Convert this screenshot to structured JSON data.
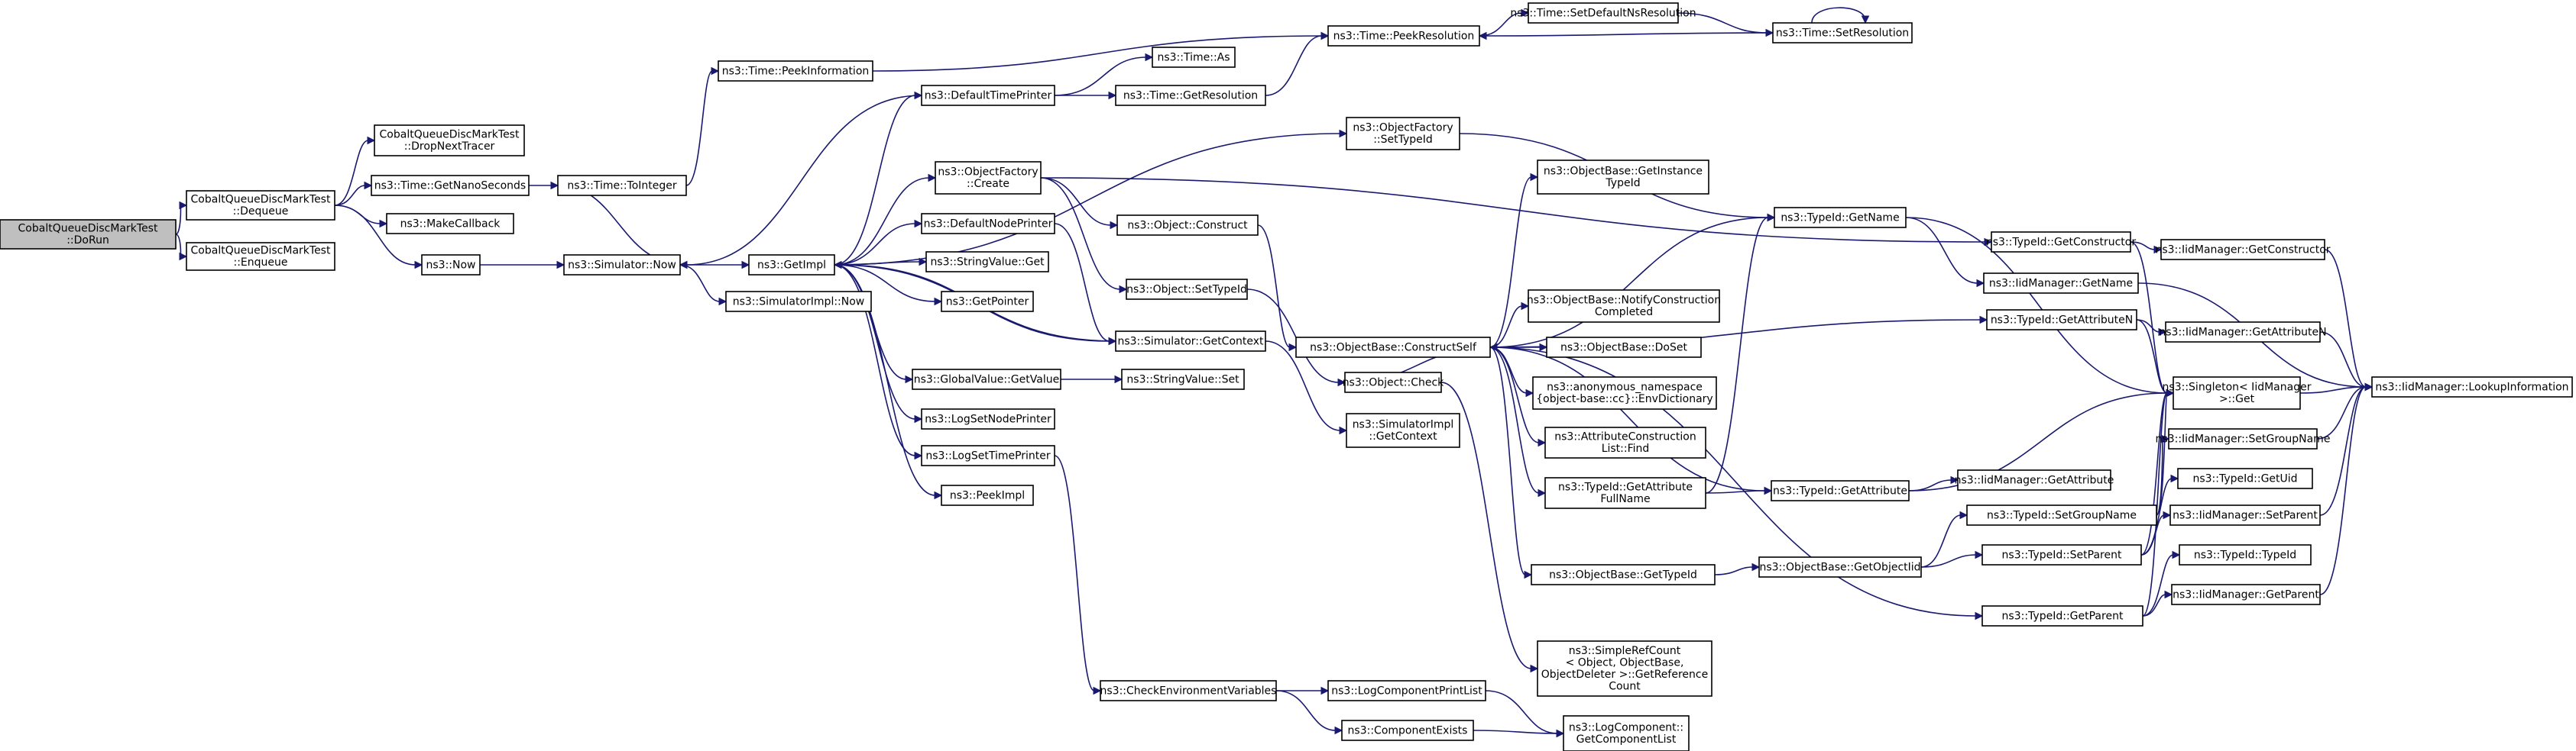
{
  "accent_color": "#191970",
  "root_fill": "#bfbfbf",
  "nodes": [
    {
      "id": "dorun",
      "lines": [
        "CobaltQueueDiscMarkTest",
        "::DoRun"
      ],
      "root": true
    },
    {
      "id": "dequeue",
      "lines": [
        "CobaltQueueDiscMarkTest",
        "::Dequeue"
      ]
    },
    {
      "id": "enqueue",
      "lines": [
        "CobaltQueueDiscMarkTest",
        "::Enqueue"
      ]
    },
    {
      "id": "dropnext",
      "lines": [
        "CobaltQueueDiscMarkTest",
        "::DropNextTracer"
      ]
    },
    {
      "id": "getnano",
      "lines": [
        "ns3::Time::GetNanoSeconds"
      ]
    },
    {
      "id": "makecb",
      "lines": [
        "ns3::MakeCallback"
      ]
    },
    {
      "id": "now",
      "lines": [
        "ns3::Now"
      ]
    },
    {
      "id": "tointeger",
      "lines": [
        "ns3::Time::ToInteger"
      ]
    },
    {
      "id": "peekinfo",
      "lines": [
        "ns3::Time::PeekInformation"
      ]
    },
    {
      "id": "simnow",
      "lines": [
        "ns3::Simulator::Now"
      ]
    },
    {
      "id": "simimplnow",
      "lines": [
        "ns3::SimulatorImpl::Now"
      ]
    },
    {
      "id": "getimpl",
      "lines": [
        "ns3::GetImpl"
      ]
    },
    {
      "id": "deftime",
      "lines": [
        "ns3::DefaultTimePrinter"
      ]
    },
    {
      "id": "objfcreate",
      "lines": [
        "ns3::ObjectFactory",
        "::Create"
      ]
    },
    {
      "id": "defnode",
      "lines": [
        "ns3::DefaultNodePrinter"
      ]
    },
    {
      "id": "strget",
      "lines": [
        "ns3::StringValue::Get"
      ]
    },
    {
      "id": "getpointer",
      "lines": [
        "ns3::GetPointer"
      ]
    },
    {
      "id": "simgetctx",
      "lines": [
        "ns3::Simulator::GetContext"
      ]
    },
    {
      "id": "gvgetvalue",
      "lines": [
        "ns3::GlobalValue::GetValue"
      ]
    },
    {
      "id": "logsetnode",
      "lines": [
        "ns3::LogSetNodePrinter"
      ]
    },
    {
      "id": "logsettime",
      "lines": [
        "ns3::LogSetTimePrinter"
      ]
    },
    {
      "id": "peekimpl",
      "lines": [
        "ns3::PeekImpl"
      ]
    },
    {
      "id": "timeas",
      "lines": [
        "ns3::Time::As"
      ]
    },
    {
      "id": "timegetres",
      "lines": [
        "ns3::Time::GetResolution"
      ]
    },
    {
      "id": "peekres",
      "lines": [
        "ns3::Time::PeekResolution"
      ]
    },
    {
      "id": "setdefns",
      "lines": [
        "ns3::Time::SetDefaultNsResolution"
      ]
    },
    {
      "id": "setres",
      "lines": [
        "ns3::Time::SetResolution"
      ]
    },
    {
      "id": "objfsettype",
      "lines": [
        "ns3::ObjectFactory",
        "::SetTypeId"
      ]
    },
    {
      "id": "objconstruct",
      "lines": [
        "ns3::Object::Construct"
      ]
    },
    {
      "id": "objsettype",
      "lines": [
        "ns3::Object::SetTypeId"
      ]
    },
    {
      "id": "objcheck",
      "lines": [
        "ns3::Object::Check"
      ]
    },
    {
      "id": "strset",
      "lines": [
        "ns3::StringValue::Set"
      ]
    },
    {
      "id": "simimplctx",
      "lines": [
        "ns3::SimulatorImpl",
        "::GetContext"
      ]
    },
    {
      "id": "checkenv",
      "lines": [
        "ns3::CheckEnvironmentVariables"
      ]
    },
    {
      "id": "logcompprint",
      "lines": [
        "ns3::LogComponentPrintList"
      ]
    },
    {
      "id": "compexists",
      "lines": [
        "ns3::ComponentExists"
      ]
    },
    {
      "id": "getcomplist",
      "lines": [
        "ns3::LogComponent::",
        "GetComponentList"
      ]
    },
    {
      "id": "constructself",
      "lines": [
        "ns3::ObjectBase::ConstructSelf"
      ]
    },
    {
      "id": "getinstance",
      "lines": [
        "ns3::ObjectBase::GetInstance",
        "TypeId"
      ]
    },
    {
      "id": "notify",
      "lines": [
        "ns3::ObjectBase::NotifyConstruction",
        "Completed"
      ]
    },
    {
      "id": "doset",
      "lines": [
        "ns3::ObjectBase::DoSet"
      ]
    },
    {
      "id": "envdict",
      "lines": [
        "ns3::anonymous_namespace",
        "{object-base::cc}::EnvDictionary"
      ]
    },
    {
      "id": "attrfind",
      "lines": [
        "ns3::AttributeConstruction",
        "List::Find"
      ]
    },
    {
      "id": "getattrfull",
      "lines": [
        "ns3::TypeId::GetAttribute",
        "FullName"
      ]
    },
    {
      "id": "obgettypeid",
      "lines": [
        "ns3::ObjectBase::GetTypeId"
      ]
    },
    {
      "id": "simpleref",
      "lines": [
        "ns3::SimpleRefCount",
        "< Object, ObjectBase,",
        "ObjectDeleter >::GetReference",
        "Count"
      ]
    },
    {
      "id": "tidgetname",
      "lines": [
        "ns3::TypeId::GetName"
      ]
    },
    {
      "id": "tidgetattr",
      "lines": [
        "ns3::TypeId::GetAttribute"
      ]
    },
    {
      "id": "getobjtid",
      "lines": [
        "ns3::ObjectBase::GetObjectIid"
      ]
    },
    {
      "id": "tidgetctor",
      "lines": [
        "ns3::TypeId::GetConstructor"
      ]
    },
    {
      "id": "iidgetname",
      "lines": [
        "ns3::IidManager::GetName"
      ]
    },
    {
      "id": "tidgetattrn",
      "lines": [
        "ns3::TypeId::GetAttributeN"
      ]
    },
    {
      "id": "tidsetgroup",
      "lines": [
        "ns3::TypeId::SetGroupName"
      ]
    },
    {
      "id": "tidsetparent",
      "lines": [
        "ns3::TypeId::SetParent"
      ]
    },
    {
      "id": "tidgetparent",
      "lines": [
        "ns3::TypeId::GetParent"
      ]
    },
    {
      "id": "iidgetattr",
      "lines": [
        "ns3::IidManager::GetAttribute"
      ]
    },
    {
      "id": "singleton",
      "lines": [
        "ns3::Singleton< IidManager",
        " >::Get"
      ]
    },
    {
      "id": "iidgetctor",
      "lines": [
        "ns3::IidManager::GetConstructor"
      ]
    },
    {
      "id": "iidgetattrn",
      "lines": [
        "ns3::IidManager::GetAttributeN"
      ]
    },
    {
      "id": "iidsetgroup",
      "lines": [
        "ns3::IidManager::SetGroupName"
      ]
    },
    {
      "id": "tidgetuid",
      "lines": [
        "ns3::TypeId::GetUid"
      ]
    },
    {
      "id": "iidsetparent",
      "lines": [
        "ns3::IidManager::SetParent"
      ]
    },
    {
      "id": "tidtypeid",
      "lines": [
        "ns3::TypeId::TypeId"
      ]
    },
    {
      "id": "iidgetparent",
      "lines": [
        "ns3::IidManager::GetParent"
      ]
    },
    {
      "id": "lookup",
      "lines": [
        "ns3::IidManager::LookupInformation"
      ]
    }
  ],
  "edges": [
    [
      "dorun",
      "dequeue"
    ],
    [
      "dorun",
      "enqueue"
    ],
    [
      "dequeue",
      "dropnext"
    ],
    [
      "dequeue",
      "getnano"
    ],
    [
      "dequeue",
      "makecb"
    ],
    [
      "dequeue",
      "now"
    ],
    [
      "getnano",
      "tointeger"
    ],
    [
      "tointeger",
      "peekinfo"
    ],
    [
      "tointeger",
      "simnow"
    ],
    [
      "now",
      "simnow"
    ],
    [
      "simnow",
      "getimpl"
    ],
    [
      "simnow",
      "simimplnow"
    ],
    [
      "peekinfo",
      "peekres"
    ],
    [
      "getimpl",
      "deftime"
    ],
    [
      "getimpl",
      "objfcreate"
    ],
    [
      "getimpl",
      "defnode"
    ],
    [
      "getimpl",
      "strget"
    ],
    [
      "getimpl",
      "getpointer"
    ],
    [
      "getimpl",
      "simgetctx"
    ],
    [
      "getimpl",
      "gvgetvalue"
    ],
    [
      "getimpl",
      "logsetnode"
    ],
    [
      "getimpl",
      "logsettime"
    ],
    [
      "getimpl",
      "peekimpl"
    ],
    [
      "getimpl",
      "objfsettype"
    ],
    [
      "deftime",
      "simnow"
    ],
    [
      "deftime",
      "timeas"
    ],
    [
      "deftime",
      "timegetres"
    ],
    [
      "timegetres",
      "peekres"
    ],
    [
      "peekres",
      "setdefns"
    ],
    [
      "setdefns",
      "setres"
    ],
    [
      "setres",
      "peekres"
    ],
    [
      "setres",
      "setres"
    ],
    [
      "objfcreate",
      "objconstruct"
    ],
    [
      "objfcreate",
      "objsettype"
    ],
    [
      "objfcreate",
      "tidgetctor"
    ],
    [
      "defnode",
      "simgetctx"
    ],
    [
      "simgetctx",
      "getimpl"
    ],
    [
      "simgetctx",
      "simimplctx"
    ],
    [
      "gvgetvalue",
      "strset"
    ],
    [
      "logsettime",
      "checkenv"
    ],
    [
      "checkenv",
      "logcompprint"
    ],
    [
      "checkenv",
      "compexists"
    ],
    [
      "logcompprint",
      "getcomplist"
    ],
    [
      "compexists",
      "getcomplist"
    ],
    [
      "objfsettype",
      "tidgetname"
    ],
    [
      "objconstruct",
      "constructself"
    ],
    [
      "objsettype",
      "objcheck"
    ],
    [
      "objcheck",
      "constructself"
    ],
    [
      "objcheck",
      "simpleref"
    ],
    [
      "constructself",
      "getinstance"
    ],
    [
      "constructself",
      "tidgetname"
    ],
    [
      "constructself",
      "notify"
    ],
    [
      "constructself",
      "doset"
    ],
    [
      "constructself",
      "envdict"
    ],
    [
      "constructself",
      "attrfind"
    ],
    [
      "constructself",
      "getattrfull"
    ],
    [
      "constructself",
      "obgettypeid"
    ],
    [
      "constructself",
      "tidgetattr"
    ],
    [
      "constructself",
      "tidgetattrn"
    ],
    [
      "constructself",
      "tidgetparent"
    ],
    [
      "getattrfull",
      "tidgetattr"
    ],
    [
      "getattrfull",
      "tidgetname"
    ],
    [
      "obgettypeid",
      "getobjtid"
    ],
    [
      "tidgetname",
      "iidgetname"
    ],
    [
      "tidgetname",
      "singleton"
    ],
    [
      "tidgetattr",
      "iidgetattr"
    ],
    [
      "tidgetattr",
      "singleton"
    ],
    [
      "getobjtid",
      "tidsetgroup"
    ],
    [
      "getobjtid",
      "tidsetparent"
    ],
    [
      "tidgetctor",
      "iidgetctor"
    ],
    [
      "tidgetctor",
      "singleton"
    ],
    [
      "iidgetname",
      "lookup"
    ],
    [
      "tidgetattrn",
      "iidgetattrn"
    ],
    [
      "tidgetattrn",
      "singleton"
    ],
    [
      "tidsetgroup",
      "iidsetgroup"
    ],
    [
      "tidsetgroup",
      "singleton"
    ],
    [
      "tidsetparent",
      "tidgetuid"
    ],
    [
      "tidsetparent",
      "iidsetparent"
    ],
    [
      "tidsetparent",
      "singleton"
    ],
    [
      "tidgetparent",
      "tidtypeid"
    ],
    [
      "tidgetparent",
      "iidgetparent"
    ],
    [
      "tidgetparent",
      "singleton"
    ],
    [
      "iidgetctor",
      "lookup"
    ],
    [
      "iidgetattrn",
      "lookup"
    ],
    [
      "iidsetgroup",
      "lookup"
    ],
    [
      "iidsetparent",
      "lookup"
    ],
    [
      "iidgetparent",
      "lookup"
    ],
    [
      "singleton",
      "lookup"
    ]
  ]
}
